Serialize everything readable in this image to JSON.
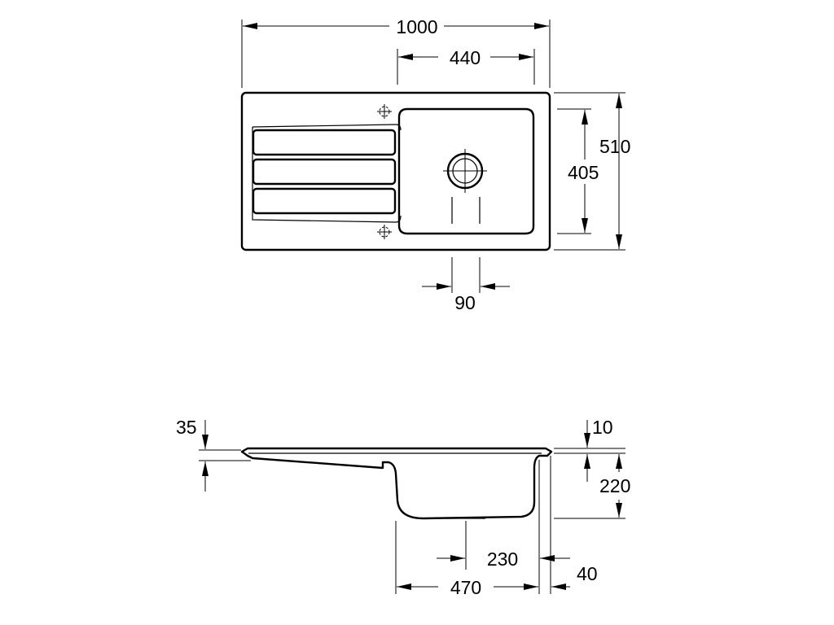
{
  "plan_view": {
    "dimensions": {
      "overall_width": "1000",
      "bowl_width": "440",
      "overall_depth": "510",
      "bowl_depth": "405",
      "drain_diameter": "90"
    }
  },
  "section_view": {
    "dimensions": {
      "drainer_depth": "35",
      "rim_height": "10",
      "bowl_height": "220",
      "drain_offset": "230",
      "bowl_length": "470",
      "rim_overhang": "40"
    }
  },
  "colors": {
    "line": "#000000",
    "background": "#ffffff"
  }
}
